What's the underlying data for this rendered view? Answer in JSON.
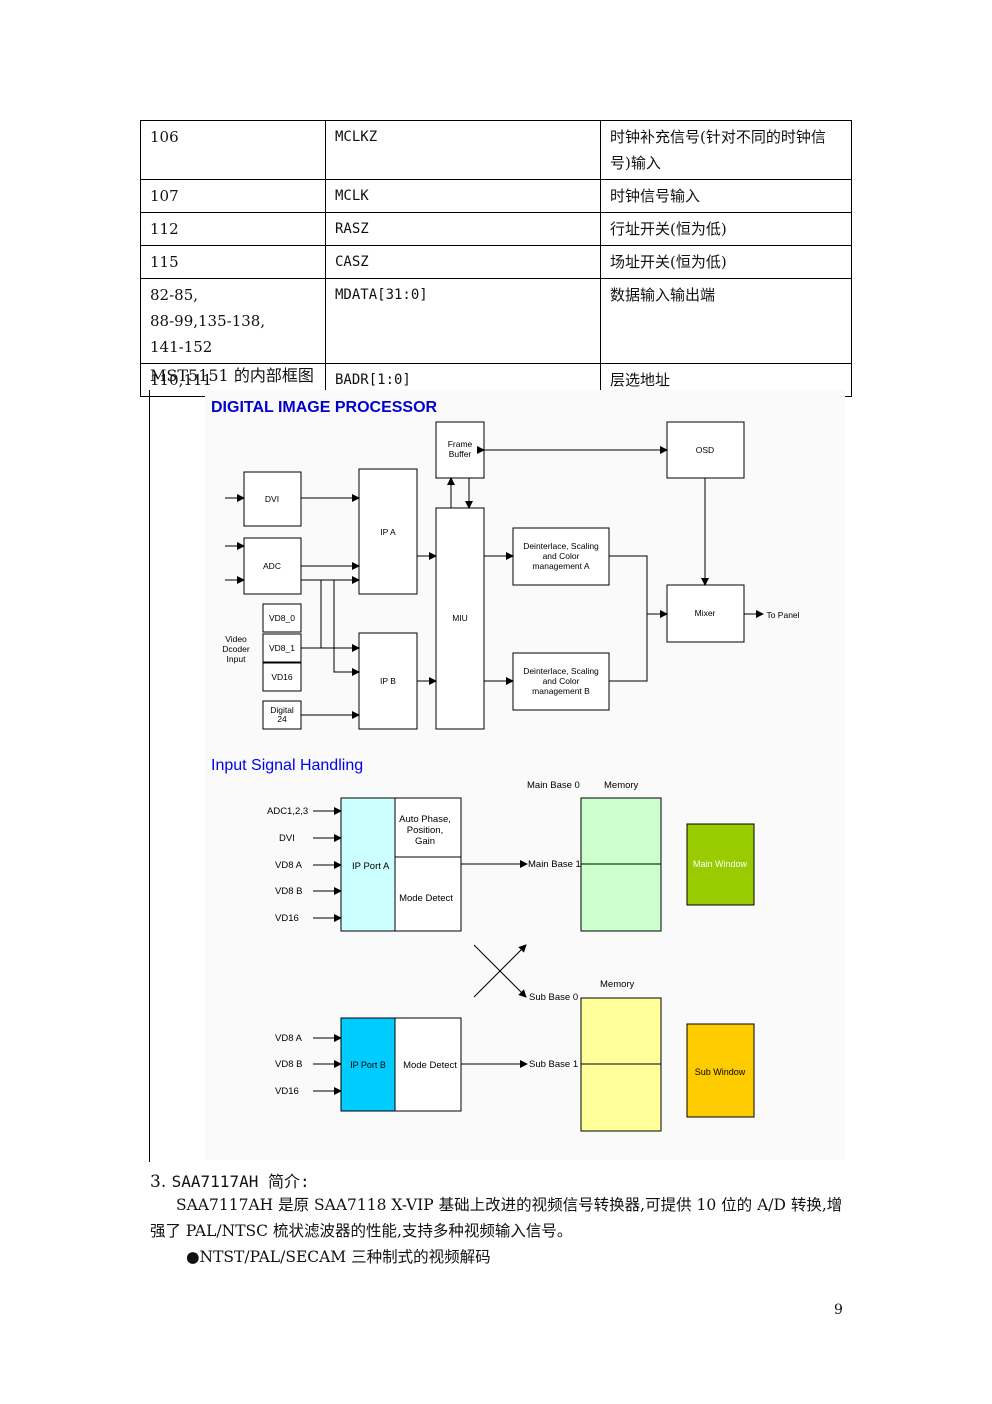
{
  "table": {
    "rows": [
      {
        "pin": "106",
        "name": "MCLKZ",
        "desc": "时钟补充信号(针对不同的时钟信号)输入"
      },
      {
        "pin": "107",
        "name": "MCLK",
        "desc": "时钟信号输入"
      },
      {
        "pin": "112",
        "name": "RASZ",
        "desc": "行址开关(恒为低)"
      },
      {
        "pin": "115",
        "name": "CASZ",
        "desc": "场址开关(恒为低)"
      },
      {
        "pin": "82-85,\n88-99,135-138,\n141-152",
        "name": "MDATA[31:0]",
        "desc": "数据输入输出端"
      },
      {
        "pin": "110,111",
        "name": "BADR[1:0]",
        "desc": "层选地址"
      }
    ]
  },
  "caption": "MST5151 的内部框图",
  "diagram1": {
    "title": "DIGITAL IMAGE PROCESSOR",
    "frame_buffer": "Frame Buffer",
    "osd": "OSD",
    "dvi": "DVI",
    "adc": "ADC",
    "vd8_0": "VD8_0",
    "vd8_1": "VD8_1",
    "vd16": "VD16",
    "digital24": "Digital 24",
    "video_decoder_input": "Video Dcoder Input",
    "ip_a": "IP A",
    "ip_b": "IP B",
    "miu": "MIU",
    "deint_a": "Deinterlace, Scaling and Color management A",
    "deint_b": "Deinterlace, Scaling and Color management B",
    "mixer": "Mixer",
    "to_panel": "To Panel"
  },
  "diagram2": {
    "title": "Input Signal Handling",
    "adc123": "ADC1,2,3",
    "dvi": "DVI",
    "vd8a": "VD8 A",
    "vd8b": "VD8 B",
    "vd16": "VD16",
    "ip_port_a": "IP Port A",
    "auto_phase": "Auto Phase, Position, Gain",
    "mode_detect_a": "Mode Detect",
    "main_base0": "Main Base 0",
    "memory_main": "Memory",
    "main_base1": "Main Base 1",
    "main_window": "Main Window",
    "sub_base0": "Sub Base 0",
    "memory_sub": "Memory",
    "vd8a_b": "VD8 A",
    "vd8b_b": "VD8 B",
    "vd16_b": "VD16",
    "ip_port_b": "IP Port B",
    "mode_detect_b": "Mode Detect",
    "sub_base1": "Sub Base 1",
    "sub_window": "Sub Window",
    "colors": {
      "ip_port_a": "#ccffff",
      "ip_port_b": "#00ccff",
      "memory_main": "#ccffcc",
      "memory_sub": "#ffff99",
      "main_window": "#99cc00",
      "sub_window": "#ffcc00",
      "title1": "#0000cc",
      "title2": "#0000ee"
    }
  },
  "section": {
    "number": "3.",
    "title": "SAA7117AH 简介:",
    "para": "SAA7117AH 是原 SAA7118 X-VIP 基础上改进的视频信号转换器,可提供 10 位的 A/D 转换,增强了 PAL/NTSC 梳状滤波器的性能,支持多种视频输入信号。",
    "bullet": "●NTST/PAL/SECAM 三种制式的视频解码"
  },
  "page_number": "9"
}
